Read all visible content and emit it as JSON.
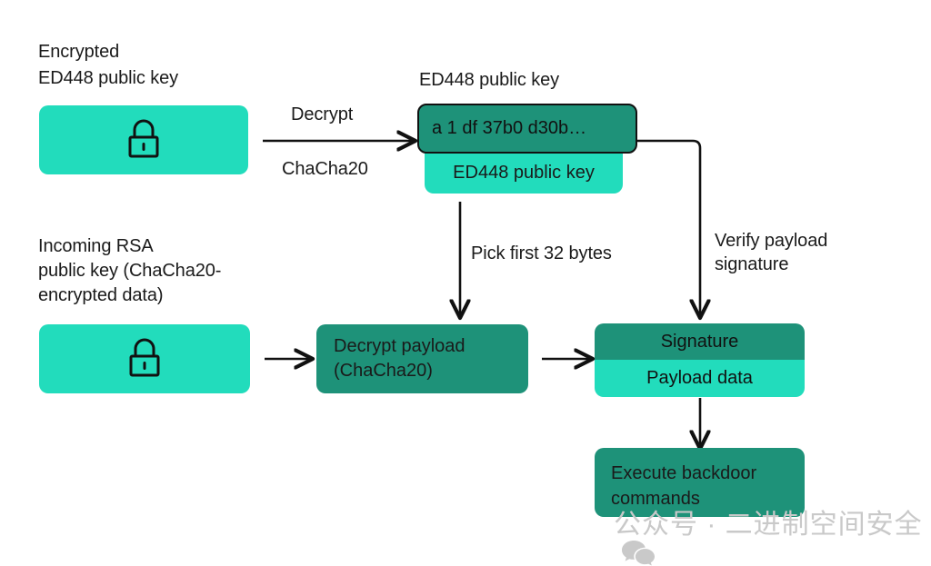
{
  "diagram": {
    "title_note": "ED448 public key decryption and backdoor payload verification flow",
    "labels": {
      "encrypted_key_line1": "Encrypted",
      "encrypted_key_line2": "ED448 public key",
      "ed448_heading": "ED448 public key",
      "incoming_line1": "Incoming RSA",
      "incoming_line2": "public key (ChaCha20-",
      "incoming_line3": "encrypted data)",
      "decrypt_above": "Decrypt",
      "decrypt_below": "ChaCha20",
      "pick_first": "Pick first 32 bytes",
      "verify_line1": "Verify payload",
      "verify_line2": "signature"
    },
    "nodes": {
      "encrypted_key_box": {
        "icon": "lock-icon",
        "fill": "#22dcbc"
      },
      "incoming_key_box": {
        "icon": "lock-icon",
        "fill": "#22dcbc"
      },
      "ed448_stack": {
        "inner_value": "a 1 df 37b0 d30b…",
        "outer_label": "ED448 public key",
        "inner_fill": "#1e9279",
        "outer_fill": "#22dcbc"
      },
      "decrypt_payload": {
        "line1": "Decrypt payload",
        "line2": "(ChaCha20)",
        "fill": "#1e9279"
      },
      "signature_stack": {
        "top_label": "Signature",
        "bottom_label": "Payload data",
        "top_fill": "#1e9279",
        "bottom_fill": "#22dcbc"
      },
      "execute_backdoor": {
        "line1": "Execute backdoor",
        "line2": "commands",
        "fill": "#1e9279"
      }
    },
    "watermark": {
      "icon": "wechat-icon",
      "text": "公众号 · 二进制空间安全",
      "color": "#c9c9c9"
    },
    "colors": {
      "light_teal": "#22dcbc",
      "dark_teal": "#1e9279",
      "text": "#1a1a1a",
      "stroke": "#111111",
      "background": "#ffffff"
    }
  }
}
